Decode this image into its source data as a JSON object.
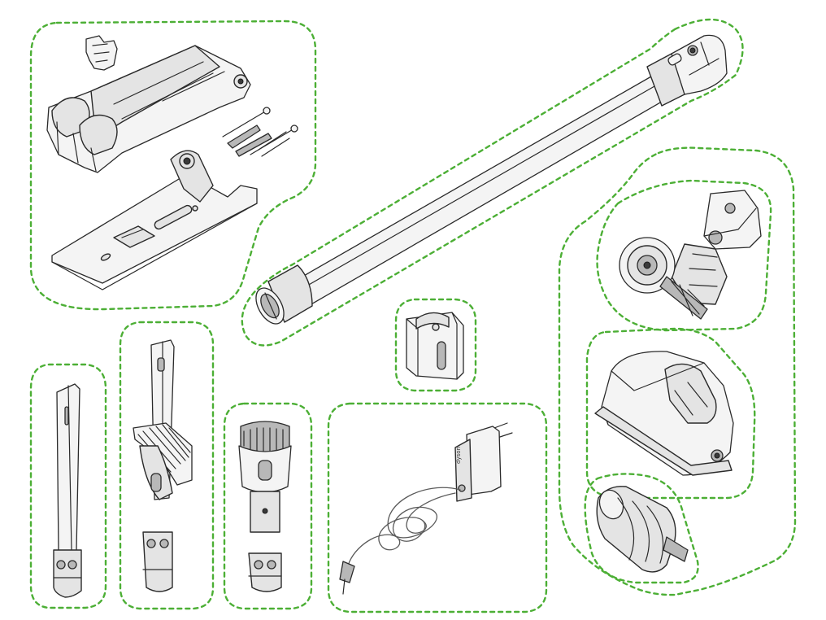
{
  "accent_color": "#4caf35",
  "groups": [
    {
      "id": "wall-dock",
      "icon": "wall-dock-icon"
    },
    {
      "id": "wand",
      "icon": "extension-wand-icon"
    },
    {
      "id": "tool-clip",
      "icon": "tool-clip-icon"
    },
    {
      "id": "cleaner-heads",
      "icon": "cleaner-heads-icon"
    },
    {
      "id": "crevice-tool",
      "icon": "crevice-tool-icon"
    },
    {
      "id": "combination-tool",
      "icon": "combination-tool-icon"
    },
    {
      "id": "soft-dusting-brush",
      "icon": "soft-dusting-brush-icon"
    },
    {
      "id": "charger",
      "icon": "charger-icon"
    }
  ],
  "charger": {
    "logo_text": "dyson"
  }
}
